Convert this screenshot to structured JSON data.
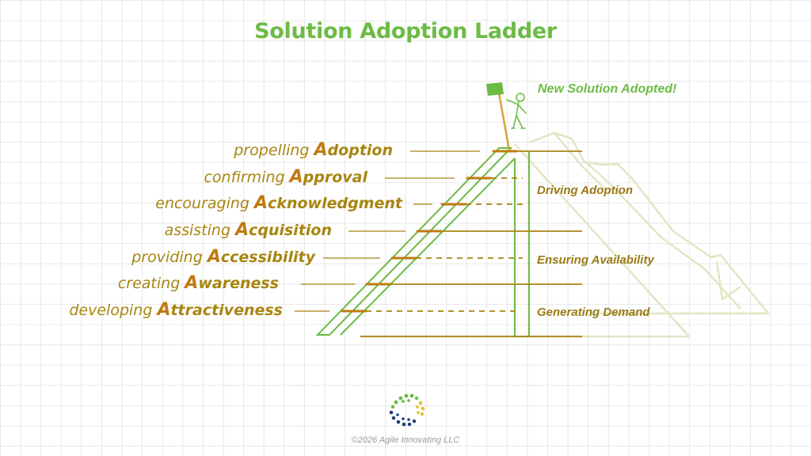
{
  "title": "Solution Adoption Ladder",
  "goal_label": "New Solution Adopted!",
  "steps": [
    {
      "verb": "propelling ",
      "initial": "A",
      "rest": "doption"
    },
    {
      "verb": "confirming ",
      "initial": "A",
      "rest": "pproval"
    },
    {
      "verb": "encouraging ",
      "initial": "A",
      "rest": "cknowledgment"
    },
    {
      "verb": "assisting ",
      "initial": "A",
      "rest": "cquisition"
    },
    {
      "verb": "providing ",
      "initial": "A",
      "rest": "ccessibility"
    },
    {
      "verb": "creating ",
      "initial": "A",
      "rest": "wareness"
    },
    {
      "verb": "developing ",
      "initial": "A",
      "rest": "ttractiveness"
    }
  ],
  "stages": {
    "driving": "Driving Adoption",
    "ensuring": "Ensuring Availability",
    "generating": "Generating Demand"
  },
  "copyright": "©2026 Agile Innovating LLC",
  "colors": {
    "title_green": "#6cbb45",
    "ladder_green": "#6cbb45",
    "gold_text": "#a88510",
    "orange_accent": "#c07a10",
    "mountain_outline": "#e2e6c4",
    "flag": "#6cbb45",
    "pole": "#d7a53a"
  },
  "icons": {
    "flag": "flag-icon",
    "climber": "climber-figure-icon",
    "logo": "agile-innovating-logo"
  }
}
